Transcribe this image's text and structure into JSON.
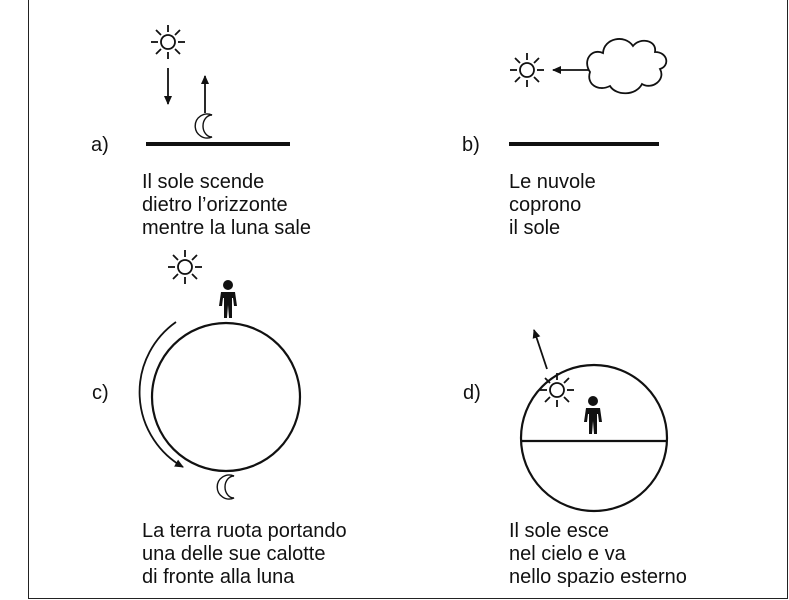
{
  "panels": {
    "a": {
      "label": "a)",
      "caption": [
        "Il sole scende",
        "dietro l’orizzonte",
        "mentre la luna sale"
      ]
    },
    "b": {
      "label": "b)",
      "caption": [
        "Le nuvole",
        "coprono",
        "il sole"
      ]
    },
    "c": {
      "label": "c)",
      "caption": [
        "La terra ruota portando",
        "una delle sue calotte",
        "di fronte alla luna"
      ]
    },
    "d": {
      "label": "d)",
      "caption": [
        "Il sole esce",
        "nel cielo e va",
        "nello spazio esterno"
      ]
    }
  },
  "icons": [
    "sun-icon",
    "moon-icon",
    "cloud-icon",
    "person-icon",
    "arrow-icon"
  ],
  "colors": {
    "ink": "#111111",
    "background": "#ffffff"
  }
}
